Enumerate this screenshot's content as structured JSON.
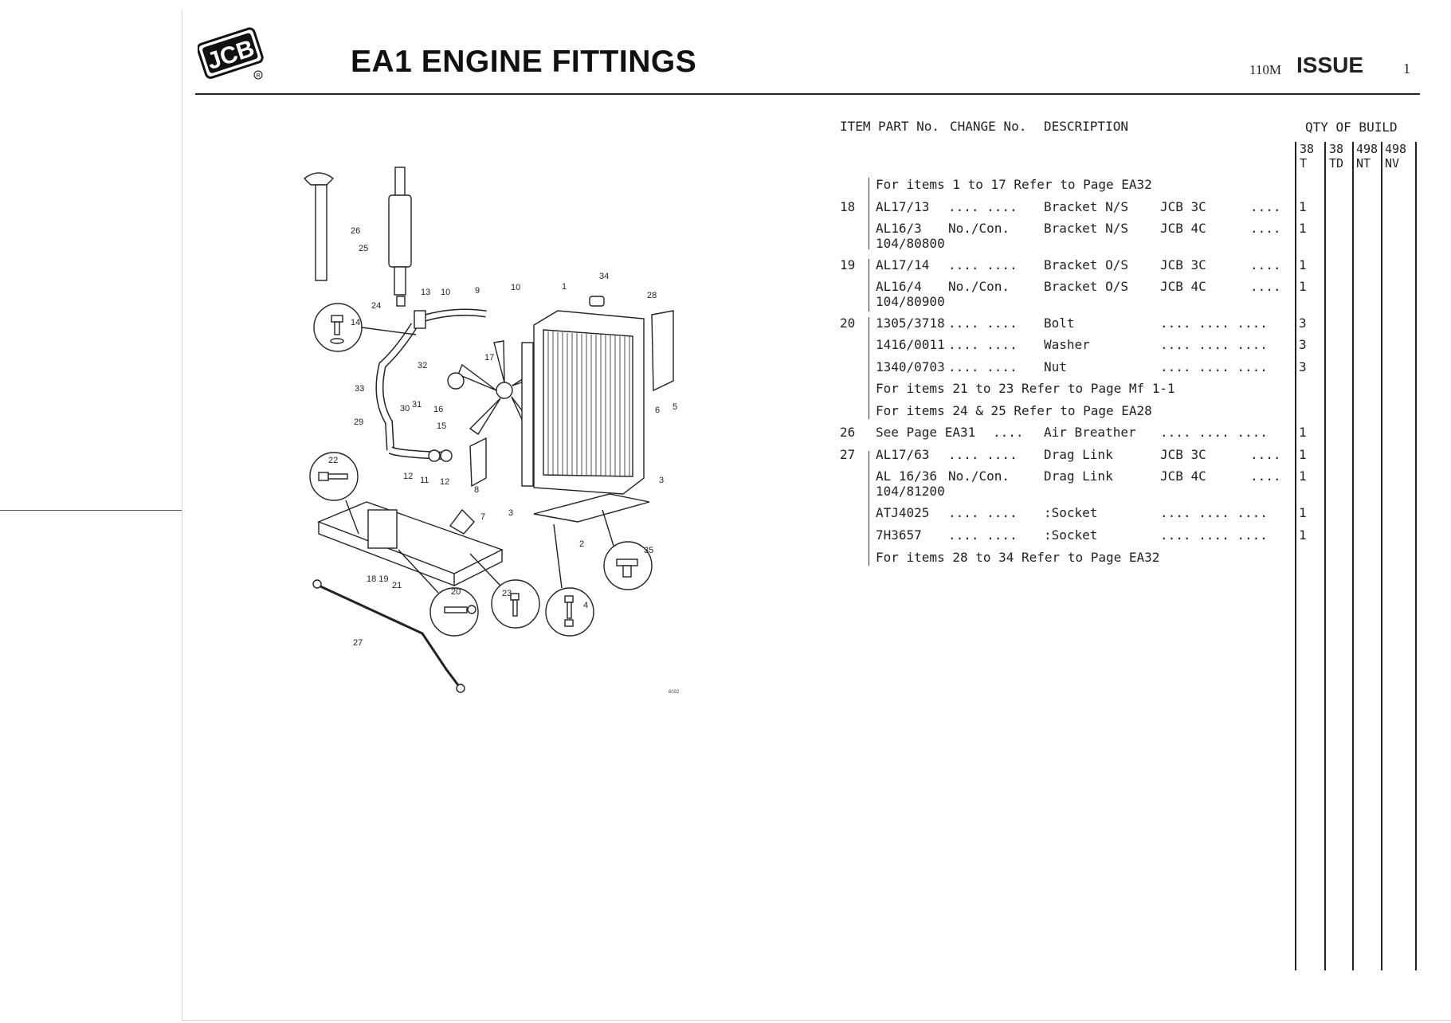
{
  "header": {
    "logo_text": "JCB",
    "title": "EA1 ENGINE FITTINGS",
    "model_code": "110M",
    "issue_label": "ISSUE",
    "issue_number": "1"
  },
  "columns": {
    "item": "ITEM",
    "part_no": "PART No.",
    "change_no": "CHANGE No.",
    "description": "DESCRIPTION",
    "qty_of_build": "QTY OF BUILD",
    "build_variants": [
      {
        "top": "38",
        "bottom": "T"
      },
      {
        "top": "38",
        "bottom": "TD"
      },
      {
        "top": "498",
        "bottom": "NT"
      },
      {
        "top": "498",
        "bottom": "NV"
      }
    ]
  },
  "rows": [
    {
      "item": "",
      "ref": "For items 1 to 17 Refer to Page EA32"
    },
    {
      "item": "18",
      "part": "AL17/13",
      "change": ".... ....",
      "desc": "Bracket N/S",
      "model": "JCB 3C",
      "dots": "....",
      "qty": "1"
    },
    {
      "item": "",
      "part": "AL16/3",
      "part_sub": "104/80800",
      "change": "No./Con.",
      "desc": "Bracket N/S",
      "model": "JCB 4C",
      "dots": "....",
      "qty": "1"
    },
    {
      "item": "19",
      "part": "AL17/14",
      "change": ".... ....",
      "desc": "Bracket O/S",
      "model": "JCB 3C",
      "dots": "....",
      "qty": "1"
    },
    {
      "item": "",
      "part": "AL16/4",
      "part_sub": "104/80900",
      "change": "No./Con.",
      "desc": "Bracket O/S",
      "model": "JCB 4C",
      "dots": "....",
      "qty": "1"
    },
    {
      "item": "20",
      "part": "1305/3718",
      "change": ".... ....",
      "desc": "Bolt",
      "model": ".... .... ....",
      "dots": "",
      "qty": "3"
    },
    {
      "item": "",
      "part": "1416/0011",
      "change": ".... ....",
      "desc": "Washer",
      "model": ".... .... ....",
      "dots": "",
      "qty": "3"
    },
    {
      "item": "",
      "part": "1340/0703",
      "change": ".... ....",
      "desc": "Nut",
      "model": ".... .... ....",
      "dots": "",
      "qty": "3"
    },
    {
      "item": "",
      "ref": "For items 21 to 23 Refer to Page Mf 1-1"
    },
    {
      "item": "",
      "ref": "For items 24 & 25 Refer to Page EA28"
    },
    {
      "item": "26",
      "part": "See Page EA31",
      "change": "....",
      "desc": "Air Breather",
      "model": ".... .... ....",
      "dots": "",
      "qty": "1"
    },
    {
      "item": "27",
      "part": "AL17/63",
      "change": ".... ....",
      "desc": "Drag Link",
      "model": "JCB 3C",
      "dots": "....",
      "qty": "1"
    },
    {
      "item": "",
      "part": "AL 16/36",
      "part_sub": "104/81200",
      "change": "No./Con.",
      "desc": "Drag Link",
      "model": "JCB 4C",
      "dots": "....",
      "qty": "1"
    },
    {
      "item": "",
      "part": "ATJ4025",
      "change": ".... ....",
      "desc": ":Socket",
      "model": ".... .... ....",
      "dots": "",
      "qty": "1"
    },
    {
      "item": "",
      "part": "7H3657",
      "change": ".... ....",
      "desc": ":Socket",
      "model": ".... .... ....",
      "dots": "",
      "qty": "1"
    },
    {
      "item": "",
      "ref": "For items 28 to 34 Refer to Page EA32"
    }
  ],
  "diagram": {
    "callouts": [
      "1",
      "2",
      "3",
      "3",
      "4",
      "5",
      "6",
      "7",
      "8",
      "9",
      "10",
      "10",
      "11",
      "12",
      "12",
      "13",
      "14",
      "15",
      "16",
      "17",
      "18 19",
      "20",
      "21",
      "22",
      "23",
      "24",
      "25",
      "26",
      "27",
      "28",
      "29",
      "30",
      "31",
      "32",
      "33",
      "34",
      "35"
    ],
    "drawing_ref": "6032"
  }
}
